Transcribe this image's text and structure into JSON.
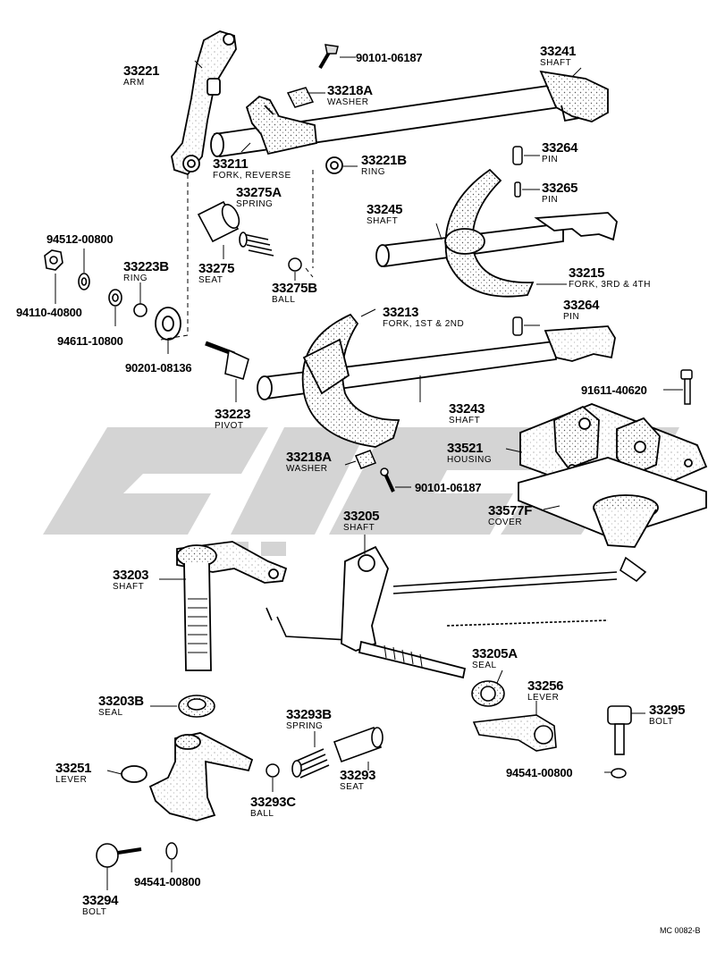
{
  "watermark_color": "#cdcdcd",
  "parts": [
    {
      "id": "p33221",
      "number": "33221",
      "name": "ARM"
    },
    {
      "id": "p90101a",
      "number": "90101-06187",
      "name": ""
    },
    {
      "id": "p33241",
      "number": "33241",
      "name": "SHAFT"
    },
    {
      "id": "p33218a1",
      "number": "33218A",
      "name": "WASHER"
    },
    {
      "id": "p33211",
      "number": "33211",
      "name": "FORK, REVERSE"
    },
    {
      "id": "p33221b",
      "number": "33221B",
      "name": "RING"
    },
    {
      "id": "p33264a",
      "number": "33264",
      "name": "PIN"
    },
    {
      "id": "p33275a",
      "number": "33275A",
      "name": "SPRING"
    },
    {
      "id": "p33265",
      "number": "33265",
      "name": "PIN"
    },
    {
      "id": "p33245",
      "number": "33245",
      "name": "SHAFT"
    },
    {
      "id": "p94512",
      "number": "94512-00800",
      "name": ""
    },
    {
      "id": "p33223b",
      "number": "33223B",
      "name": "RING"
    },
    {
      "id": "p33275",
      "number": "33275",
      "name": "SEAT"
    },
    {
      "id": "p33215",
      "number": "33215",
      "name": "FORK, 3RD & 4TH"
    },
    {
      "id": "p94110",
      "number": "94110-40800",
      "name": ""
    },
    {
      "id": "p33275b",
      "number": "33275B",
      "name": "BALL"
    },
    {
      "id": "p33213",
      "number": "33213",
      "name": "FORK, 1ST & 2ND"
    },
    {
      "id": "p33264b",
      "number": "33264",
      "name": "PIN"
    },
    {
      "id": "p94611",
      "number": "94611-10800",
      "name": ""
    },
    {
      "id": "p90201",
      "number": "90201-08136",
      "name": ""
    },
    {
      "id": "p91611",
      "number": "91611-40620",
      "name": ""
    },
    {
      "id": "p33223",
      "number": "33223",
      "name": "PIVOT"
    },
    {
      "id": "p33243",
      "number": "33243",
      "name": "SHAFT"
    },
    {
      "id": "p33521",
      "number": "33521",
      "name": "HOUSING"
    },
    {
      "id": "p33218a2",
      "number": "33218A",
      "name": "WASHER"
    },
    {
      "id": "p90101b",
      "number": "90101-06187",
      "name": ""
    },
    {
      "id": "p33577f",
      "number": "33577F",
      "name": "COVER"
    },
    {
      "id": "p33205",
      "number": "33205",
      "name": "SHAFT"
    },
    {
      "id": "p33203",
      "number": "33203",
      "name": "SHAFT"
    },
    {
      "id": "p33205a",
      "number": "33205A",
      "name": "SEAL"
    },
    {
      "id": "p33256",
      "number": "33256",
      "name": "LEVER"
    },
    {
      "id": "p33203b",
      "number": "33203B",
      "name": "SEAL"
    },
    {
      "id": "p33295",
      "number": "33295",
      "name": "BOLT"
    },
    {
      "id": "p33293b",
      "number": "33293B",
      "name": "SPRING"
    },
    {
      "id": "p33251",
      "number": "33251",
      "name": "LEVER"
    },
    {
      "id": "p94541a",
      "number": "94541-00800",
      "name": ""
    },
    {
      "id": "p33293",
      "number": "33293",
      "name": "SEAT"
    },
    {
      "id": "p33293c",
      "number": "33293C",
      "name": "BALL"
    },
    {
      "id": "p94541b",
      "number": "94541-00800",
      "name": ""
    },
    {
      "id": "p33294",
      "number": "33294",
      "name": "BOLT"
    }
  ],
  "footer_code": "MC 0082-B"
}
